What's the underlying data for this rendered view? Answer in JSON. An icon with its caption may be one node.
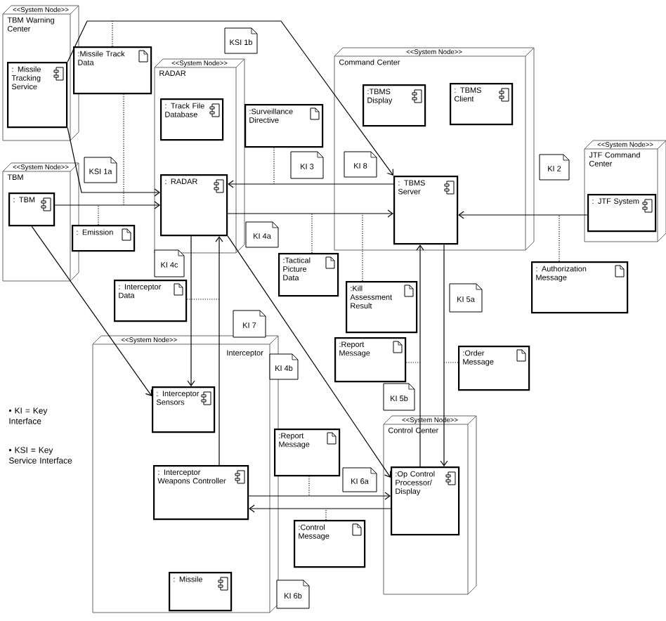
{
  "diagram": {
    "nodes": [
      {
        "text": [
          "<<System Node>>",
          "TBM Warning Center"
        ]
      },
      {
        "text": [
          ": Missile Tracking Service"
        ],
        "in": 0
      },
      {
        "text": [
          "<<System Node>>",
          "RADAR"
        ]
      },
      {
        "text": [
          ": Track File Database"
        ],
        "in": 2
      },
      {
        "text": [
          ": RADAR"
        ],
        "in": 2
      },
      {
        "text": [
          "<<System Node>>",
          "Command Center"
        ]
      },
      {
        "text": [
          ":TBMS Display"
        ],
        "in": 5
      },
      {
        "text": [
          ": TBMS Client"
        ],
        "in": 5
      },
      {
        "text": [
          ": TBMS Server"
        ],
        "in": 5
      },
      {
        "text": [
          "<<System Node>>",
          "JTF Command Center"
        ]
      },
      {
        "text": [
          ": JTF System"
        ],
        "in": 9
      },
      {
        "text": [
          "<<System Node>>",
          "TBM"
        ]
      },
      {
        "text": [
          ": TBM"
        ],
        "in": 11
      },
      {
        "text": [
          ":Missile Track Data"
        ]
      },
      {
        "text": [
          ":Surveillance Directive"
        ]
      },
      {
        "text": [
          ": Emission"
        ]
      },
      {
        "text": [
          ":Tactical Picture Data"
        ]
      },
      {
        "text": [
          ": Interceptor Data"
        ]
      },
      {
        "text": [
          ":Kill Assessment Result"
        ]
      },
      {
        "text": [
          ":Report Message"
        ]
      },
      {
        "text": [
          ": Authorization Message"
        ]
      },
      {
        "text": [
          ":Order Message"
        ]
      },
      {
        "text": [
          "<<System Node>>",
          "Interceptor"
        ]
      },
      {
        "text": [
          ": Interceptor Sensors"
        ],
        "in": 22
      },
      {
        "text": [
          ": Interceptor Weapons Controller"
        ],
        "in": 22
      },
      {
        "text": [
          ": Missile"
        ],
        "in": 22
      },
      {
        "text": [
          ":Report Message"
        ]
      },
      {
        "text": [
          ":Control Message"
        ]
      },
      {
        "text": [
          "<<System Node>>",
          "Control Center"
        ]
      },
      {
        "text": [
          ":Op Control Processor/ Display"
        ],
        "in": 28
      },
      {
        "text": [
          "KSI 1b"
        ]
      },
      {
        "text": [
          "KSI 1a"
        ]
      },
      {
        "text": [
          "KI 3"
        ]
      },
      {
        "text": [
          "KI 8"
        ],
        "in": 5
      },
      {
        "text": [
          "KI 2"
        ]
      },
      {
        "text": [
          "KI 4a"
        ]
      },
      {
        "text": [
          "KI 4c"
        ]
      },
      {
        "text": [
          "KI 7"
        ]
      },
      {
        "text": [
          "KI 4b"
        ]
      },
      {
        "text": [
          "KI 5a"
        ]
      },
      {
        "text": [
          "KI 5b"
        ]
      },
      {
        "text": [
          "KI 6a"
        ]
      },
      {
        "text": [
          "KI 6b"
        ]
      }
    ],
    "edges": [
      {
        "from": 1,
        "to": 8,
        "arrow": "to"
      },
      {
        "from": 1,
        "to": 4,
        "arrow": "to"
      },
      {
        "from": 12,
        "to": 4,
        "arrow": "to"
      },
      {
        "from": 8,
        "to": 4,
        "arrow": "to"
      },
      {
        "from": 4,
        "to": 8,
        "arrow": "to"
      },
      {
        "from": 10,
        "to": 8,
        "arrow": "to"
      },
      {
        "from": 4,
        "to": 23,
        "arrow": "to"
      },
      {
        "from": 24,
        "to": 4,
        "arrow": "to"
      },
      {
        "from": 4,
        "to": 29,
        "arrow": "to"
      },
      {
        "from": 12,
        "to": 23,
        "arrow": "to"
      },
      {
        "from": 29,
        "to": 8,
        "arrow": "to"
      },
      {
        "from": 8,
        "to": 29,
        "arrow": "to"
      },
      {
        "from": 24,
        "to": 29,
        "arrow": "to"
      },
      {
        "from": 29,
        "to": 24,
        "arrow": "to"
      },
      {
        "from": 13,
        "to": null,
        "arrow": "none",
        "style": "dashed"
      },
      {
        "from": 13,
        "to": null,
        "arrow": "none",
        "style": "dashed"
      },
      {
        "from": 14,
        "to": null,
        "arrow": "none",
        "style": "dashed"
      },
      {
        "from": 15,
        "to": null,
        "arrow": "none",
        "style": "dashed"
      },
      {
        "from": 16,
        "to": null,
        "arrow": "none",
        "style": "dashed"
      },
      {
        "from": 17,
        "to": null,
        "arrow": "none",
        "style": "dashed"
      },
      {
        "from": 18,
        "to": null,
        "arrow": "none",
        "style": "dashed"
      },
      {
        "from": 19,
        "to": null,
        "arrow": "none",
        "style": "dashed"
      },
      {
        "from": 21,
        "to": null,
        "arrow": "none",
        "style": "dashed"
      },
      {
        "from": 20,
        "to": null,
        "arrow": "none",
        "style": "dashed"
      },
      {
        "from": 26,
        "to": null,
        "arrow": "none",
        "style": "dashed"
      },
      {
        "from": 27,
        "to": null,
        "arrow": "none",
        "style": "dashed"
      }
    ],
    "labels": [
      "• KI = Key Interface",
      "• KSI = Key Service Interface"
    ]
  }
}
